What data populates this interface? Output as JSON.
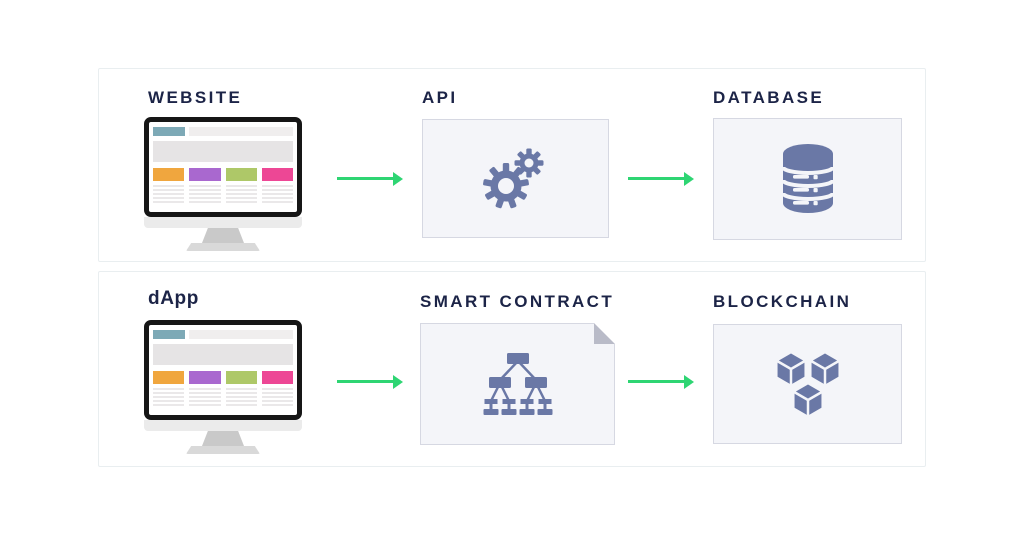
{
  "diagram": {
    "rows": [
      {
        "name": "web-stack",
        "items": [
          {
            "label": "WEBSITE",
            "icon": "monitor-icon"
          },
          {
            "label": "API",
            "icon": "gears-icon"
          },
          {
            "label": "DATABASE",
            "icon": "database-icon"
          }
        ],
        "connector": "green-right-arrow-icon"
      },
      {
        "name": "dapp-stack",
        "items": [
          {
            "label": "dApp",
            "icon": "monitor-icon"
          },
          {
            "label": "SMART CONTRACT",
            "icon": "contract-tree-icon"
          },
          {
            "label": "BLOCKCHAIN",
            "icon": "blockchain-cubes-icon"
          }
        ],
        "connector": "green-right-arrow-icon"
      }
    ]
  },
  "colors": {
    "label_text": "#1c2447",
    "icon_slate": "#6a78a6",
    "arrow_green": "#2ed573",
    "box_background": "#f4f5f9",
    "box_border": "#d6d8e2",
    "panel_border": "#e9eef0",
    "monitor_header_teal": "#7da9b6",
    "monitor_block_orange": "#f0a63e",
    "monitor_block_purple": "#a968cf",
    "monitor_block_green": "#aec868",
    "monitor_block_pink": "#ed4795"
  }
}
